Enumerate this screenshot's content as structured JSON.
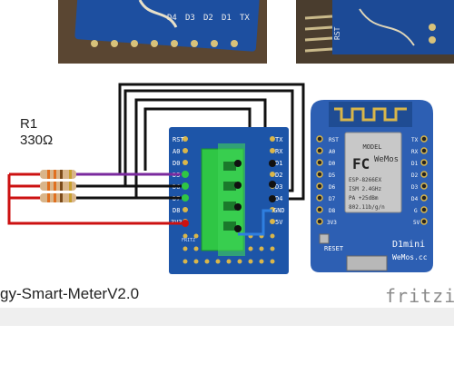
{
  "top_photos": {
    "left_pin_labels": [
      "D4",
      "D3",
      "D2",
      "D1",
      "TX"
    ],
    "right_pin_labels": [
      "RST"
    ]
  },
  "resistor": {
    "name": "R1",
    "value": "330Ω"
  },
  "shield": {
    "left_pins": [
      "RST",
      "A0",
      "D0",
      "D5",
      "D6",
      "D7",
      "D8",
      "3V3"
    ],
    "right_pins": [
      "TX",
      "RX",
      "D1",
      "D2",
      "D3",
      "D4",
      "GND",
      "5V"
    ],
    "maker_text": "FRITZ"
  },
  "d1mini": {
    "left_pins": [
      "RST",
      "A0",
      "D0",
      "D5",
      "D6",
      "D7",
      "D8",
      "3V3"
    ],
    "right_pins": [
      "TX",
      "RX",
      "D1",
      "D2",
      "D3",
      "D4",
      "G",
      "5V"
    ],
    "module_brand": "WeMos",
    "module_model": "ESP-8266",
    "module_texts": [
      "MODEL",
      "ESP-8266EX",
      "ISM 2.4GHz",
      "PA +25dBm",
      "802.11b/g/n"
    ],
    "fcc_mark": "FC",
    "reset_label": "RESET",
    "name": "D1mini",
    "site": "WeMos.cc"
  },
  "caption": "gy-Smart-MeterV2.0",
  "logo": "fritzin",
  "colors": {
    "board_blue": "#1d55a8",
    "d1_blue": "#2d5fb3",
    "sensor_green": "#2fc645",
    "wire_black": "#111111",
    "wire_red": "#cc1111",
    "wire_purple": "#7a2a9e",
    "wire_blue": "#2f7fe0"
  }
}
